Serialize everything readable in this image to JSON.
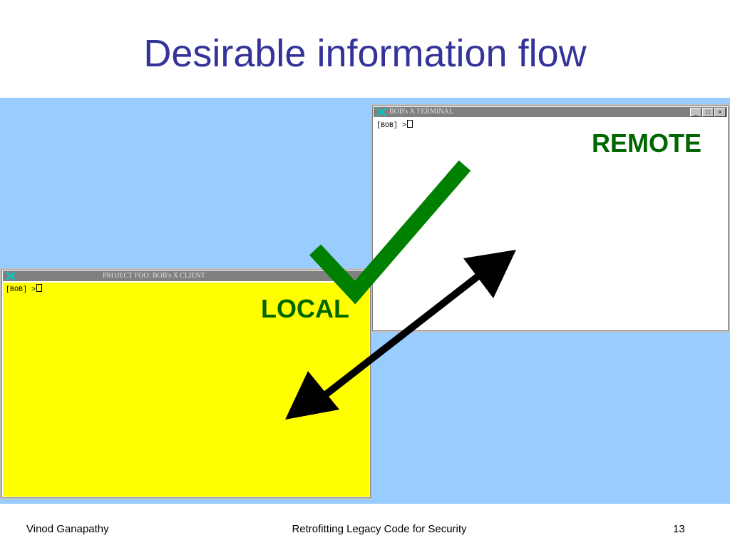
{
  "slide": {
    "title": "Desirable information flow",
    "footer_left": "Vinod Ganapathy",
    "footer_center": "Retrofitting Legacy Code for Security",
    "page_number": "13"
  },
  "remote_window": {
    "title": "BOB's X TERMINAL",
    "prompt": "[BOB] >",
    "label": "REMOTE",
    "buttons": {
      "minimize": "_",
      "maximize": "□",
      "close": "×"
    }
  },
  "local_window": {
    "title": "PROJECT FOO: BOB's X CLIENT",
    "prompt": "[BOB] >",
    "label": "LOCAL"
  },
  "colors": {
    "title": "#333399",
    "stage_background": "#99ccff",
    "local_background": "#ffff00",
    "label_green": "#006600",
    "checkmark_green": "#008000",
    "arrow": "#000000"
  },
  "icons": [
    "x-logo-icon",
    "checkmark-icon",
    "double-arrow-icon"
  ]
}
